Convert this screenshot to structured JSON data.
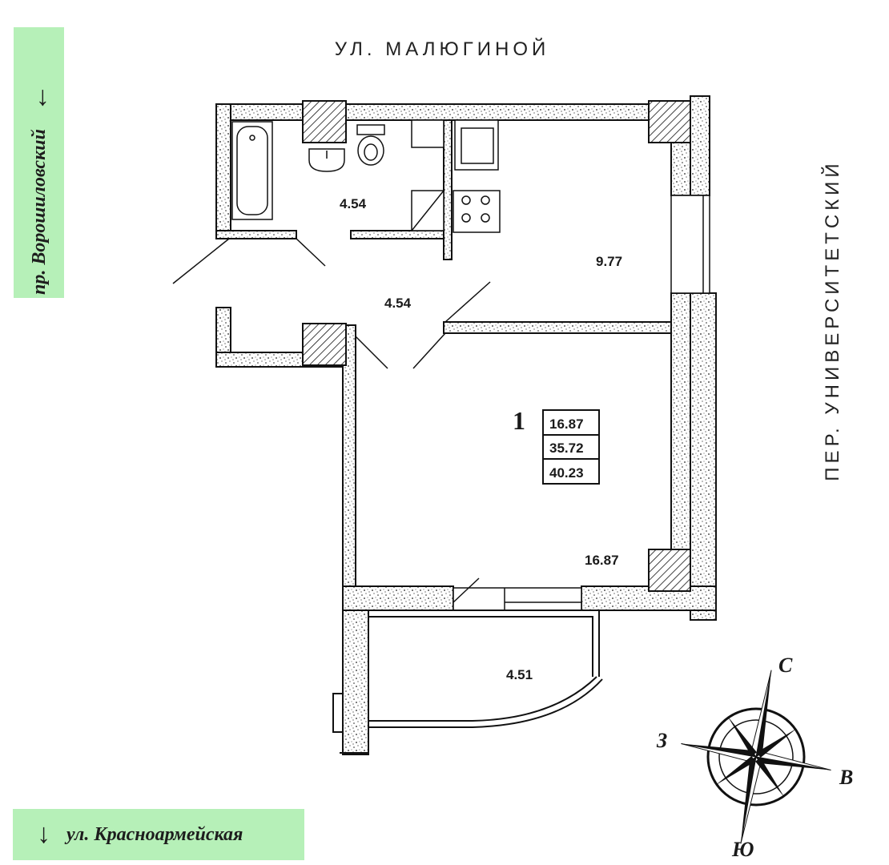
{
  "streets": {
    "top": "УЛ. МАЛЮГИНОЙ",
    "right": "ПЕР. УНИВЕРСИТЕТСКИЙ",
    "left_tag": {
      "text": "пр. Ворошиловский",
      "arrow": "←"
    },
    "bottom_tag": {
      "text": "ул. Красноармейская",
      "arrow": "↓"
    }
  },
  "rooms": {
    "bathroom": "4.54",
    "hallway": "4.54",
    "kitchen": "9.77",
    "living": "16.87",
    "balcony": "4.51"
  },
  "apartment": {
    "number": "1",
    "living_area": "16.87",
    "total_area": "35.72",
    "total_with_balcony": "40.23"
  },
  "compass": {
    "north": "С",
    "east": "В",
    "south": "Ю",
    "west": "З"
  },
  "colors": {
    "tag_bg": "#b6f0b8",
    "wall": "#ffffff",
    "line": "#111111"
  }
}
